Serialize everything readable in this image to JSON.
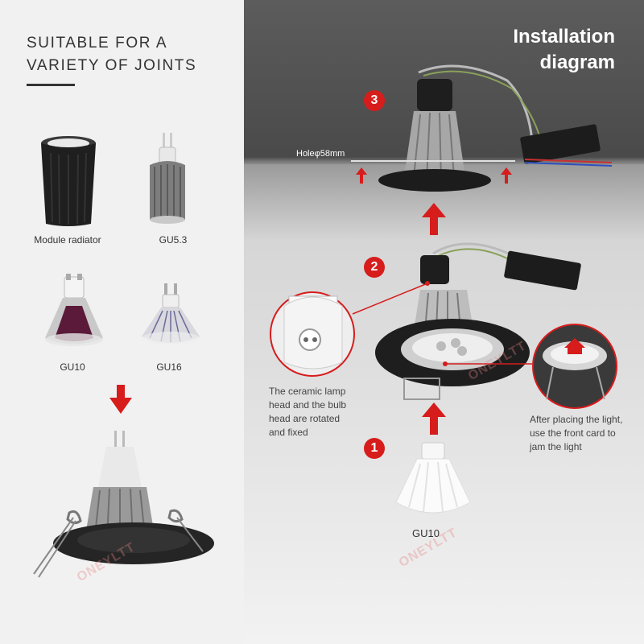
{
  "left": {
    "heading_line1": "SUITABLE FOR A",
    "heading_line2": "VARIETY OF JOINTS",
    "products": [
      {
        "label": "Module radiator"
      },
      {
        "label": "GU5.3"
      },
      {
        "label": "GU10"
      },
      {
        "label": "GU16"
      }
    ]
  },
  "right": {
    "title_line1": "Installation",
    "title_line2": "diagram",
    "hole_label": "Holeφ58mm",
    "steps": [
      "1",
      "2",
      "3"
    ],
    "note_left": [
      "The ceramic lamp",
      "head and the bulb",
      "head are rotated",
      "and fixed"
    ],
    "note_right": [
      "After placing the light,",
      "use the front card to",
      "jam the light"
    ],
    "bulb_label": "GU10",
    "watermark": "ONEYLTT"
  },
  "colors": {
    "accent_red": "#d71c1c",
    "left_bg": "#f1f1f1",
    "ceiling_dark": "#4a4a4a"
  }
}
